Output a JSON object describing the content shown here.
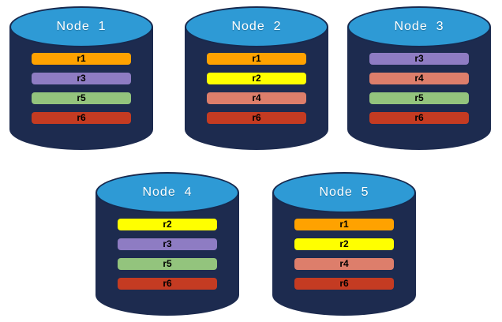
{
  "background": "#ffffff",
  "palette": {
    "cylinder_body": "#1d2b4f",
    "cylinder_top": "#2e9ad5",
    "cylinder_outline": "#17294e",
    "node_label_text": "#ffffff",
    "bar_text": "#000000"
  },
  "replica_colors": {
    "r1": "#ffa200",
    "r2": "#ffff00",
    "r3": "#8e7cc3",
    "r4": "#dd7e6b",
    "r5": "#93c47d",
    "r6": "#c43b22"
  },
  "nodes": [
    {
      "label": "Node  1",
      "replicas": [
        "r1",
        "r3",
        "r5",
        "r6"
      ]
    },
    {
      "label": "Node  2",
      "replicas": [
        "r1",
        "r2",
        "r4",
        "r6"
      ]
    },
    {
      "label": "Node  3",
      "replicas": [
        "r3",
        "r4",
        "r5",
        "r6"
      ]
    },
    {
      "label": "Node  4",
      "replicas": [
        "r2",
        "r3",
        "r5",
        "r6"
      ]
    },
    {
      "label": "Node  5",
      "replicas": [
        "r1",
        "r2",
        "r4",
        "r6"
      ]
    }
  ]
}
